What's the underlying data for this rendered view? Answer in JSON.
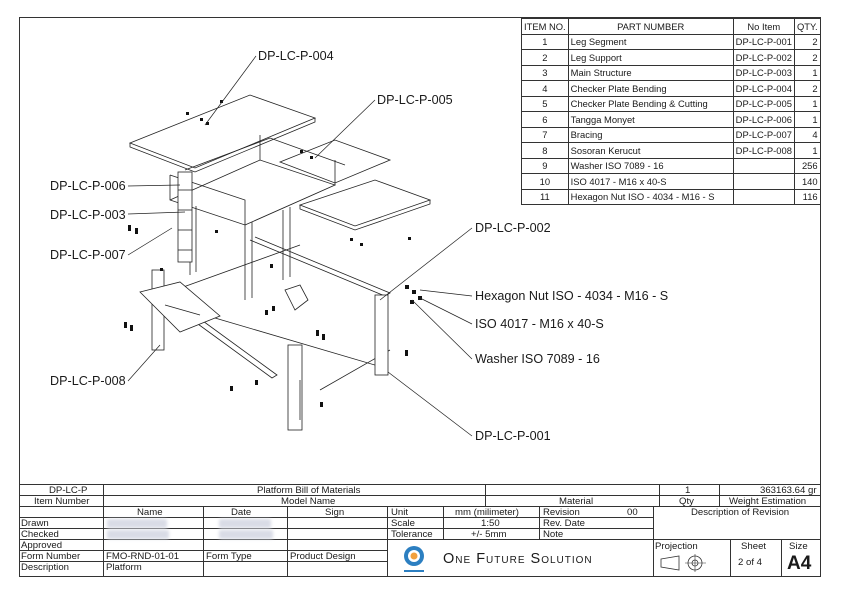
{
  "bom": {
    "headers": {
      "item": "ITEM NO.",
      "part": "PART NUMBER",
      "no": "No Item",
      "qty": "QTY."
    },
    "rows": [
      {
        "item": "1",
        "part": "Leg Segment",
        "no": "DP-LC-P-001",
        "qty": "2"
      },
      {
        "item": "2",
        "part": "Leg Support",
        "no": "DP-LC-P-002",
        "qty": "2"
      },
      {
        "item": "3",
        "part": "Main Structure",
        "no": "DP-LC-P-003",
        "qty": "1"
      },
      {
        "item": "4",
        "part": "Checker Plate Bending",
        "no": "DP-LC-P-004",
        "qty": "2"
      },
      {
        "item": "5",
        "part": "Checker Plate Bending & Cutting",
        "no": "DP-LC-P-005",
        "qty": "1"
      },
      {
        "item": "6",
        "part": "Tangga Monyet",
        "no": "DP-LC-P-006",
        "qty": "1"
      },
      {
        "item": "7",
        "part": "Bracing",
        "no": "DP-LC-P-007",
        "qty": "4"
      },
      {
        "item": "8",
        "part": "Sosoran Kerucut",
        "no": "DP-LC-P-008",
        "qty": "1"
      },
      {
        "item": "9",
        "part": "Washer ISO 7089 - 16",
        "no": "",
        "qty": "256"
      },
      {
        "item": "10",
        "part": "ISO 4017 - M16 x 40-S",
        "no": "",
        "qty": "140"
      },
      {
        "item": "11",
        "part": "Hexagon Nut ISO - 4034 - M16 - S",
        "no": "",
        "qty": "116"
      }
    ]
  },
  "callouts": {
    "p004": "DP-LC-P-004",
    "p005": "DP-LC-P-005",
    "p006": "DP-LC-P-006",
    "p003": "DP-LC-P-003",
    "p007": "DP-LC-P-007",
    "p002": "DP-LC-P-002",
    "nut": "Hexagon Nut ISO - 4034 - M16 - S",
    "bolt": "ISO 4017 - M16 x 40-S",
    "washer": "Washer ISO 7089 - 16",
    "p008": "DP-LC-P-008",
    "p001": "DP-LC-P-001"
  },
  "titleblock": {
    "item_number": "DP-LC-P",
    "item_number_label": "Item Number",
    "model_name": "Platform Bill of Materials",
    "model_name_label": "Model Name",
    "material_label": "Material",
    "qty": "1",
    "qty_label": "Qty",
    "weight": "363163.64 gr",
    "weight_label": "Weight Estimation",
    "col_name": "Name",
    "col_date": "Date",
    "col_sign": "Sign",
    "drawn": "Drawn",
    "checked": "Checked",
    "approved": "Approved",
    "form_number_label": "Form Number",
    "form_number": "FMO-RND-01-01",
    "form_type_label": "Form Type",
    "form_type": "Product Design",
    "description_label": "Description",
    "description": "Platform",
    "unit_label": "Unit",
    "unit": "mm (milimeter)",
    "scale_label": "Scale",
    "scale": "1:50",
    "tolerance_label": "Tolerance",
    "tolerance": "+/- 5mm",
    "revision_label": "Revision",
    "revision": "00",
    "rev_date_label": "Rev. Date",
    "note_label": "Note",
    "desc_revision_label": "Description of Revision",
    "company": "One Future Solution",
    "projection_label": "Projection",
    "sheet_label": "Sheet",
    "sheet": "2 of 4",
    "size_label": "Size",
    "size": "A4"
  }
}
